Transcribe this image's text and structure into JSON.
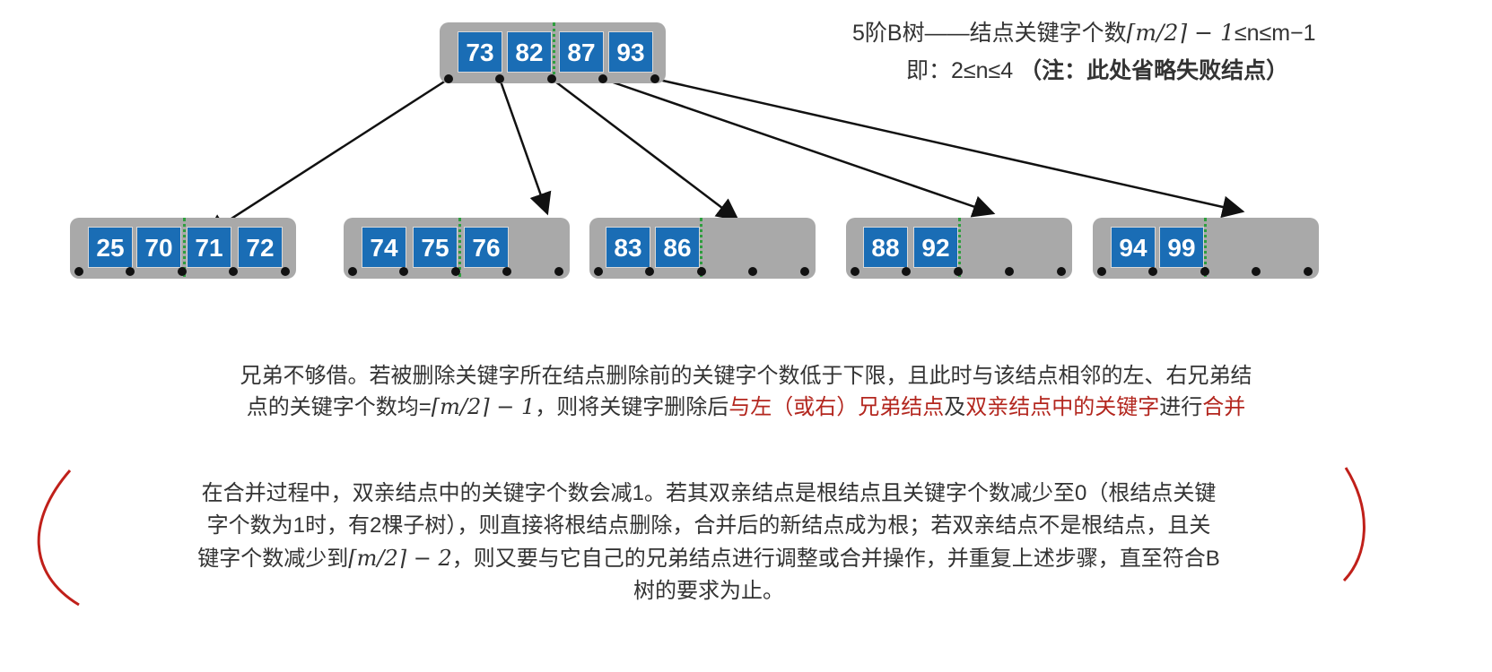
{
  "root": {
    "keys": [
      "73",
      "82",
      "87",
      "93"
    ]
  },
  "leaves": [
    {
      "keys": [
        "25",
        "70",
        "71",
        "72"
      ]
    },
    {
      "keys": [
        "74",
        "75",
        "76"
      ]
    },
    {
      "keys": [
        "83",
        "86"
      ]
    },
    {
      "keys": [
        "88",
        "92"
      ]
    },
    {
      "keys": [
        "94",
        "99"
      ]
    }
  ],
  "note": {
    "line1_a": "5阶B树——结点关键字个数",
    "line1_m": "⌈m/2⌉ − 1",
    "line1_b": "≤n≤m−1",
    "line2_a": "即：2≤n≤4",
    "line2_b": "（注：此处省略失败结点）"
  },
  "para1": {
    "l1": "兄弟不够借。若被删除关键字所在结点删除前的关键字个数低于下限，且此时与该结点相邻的左、右兄弟结",
    "l2_a": "点的关键字个数均=",
    "l2_m": "⌈m/2⌉ − 1",
    "l2_b": "，则将关键字删除后",
    "l2_r1": "与左（或右）兄弟结点",
    "l2_c": "及",
    "l2_r2": "双亲结点中的关键字",
    "l2_d": "进行",
    "l2_r3": "合并"
  },
  "para2": {
    "l1": "在合并过程中，双亲结点中的关键字个数会减1。若其双亲结点是根结点且关键字个数减少至0（根结点关键",
    "l2": "字个数为1时，有2棵子树），则直接将根结点删除，合并后的新结点成为根；若双亲结点不是根结点，且关",
    "l3_a": "键字个数减少到",
    "l3_m": "⌈m/2⌉ − 2",
    "l3_b": "，则又要与它自己的兄弟结点进行调整或合并操作，并重复上述步骤，直至符合B",
    "l4": "树的要求为止。"
  },
  "colors": {
    "key": "#1a6db5",
    "node": "#a9a9a9",
    "highlight": "#b3261e",
    "separator": "#2e9e3e"
  }
}
